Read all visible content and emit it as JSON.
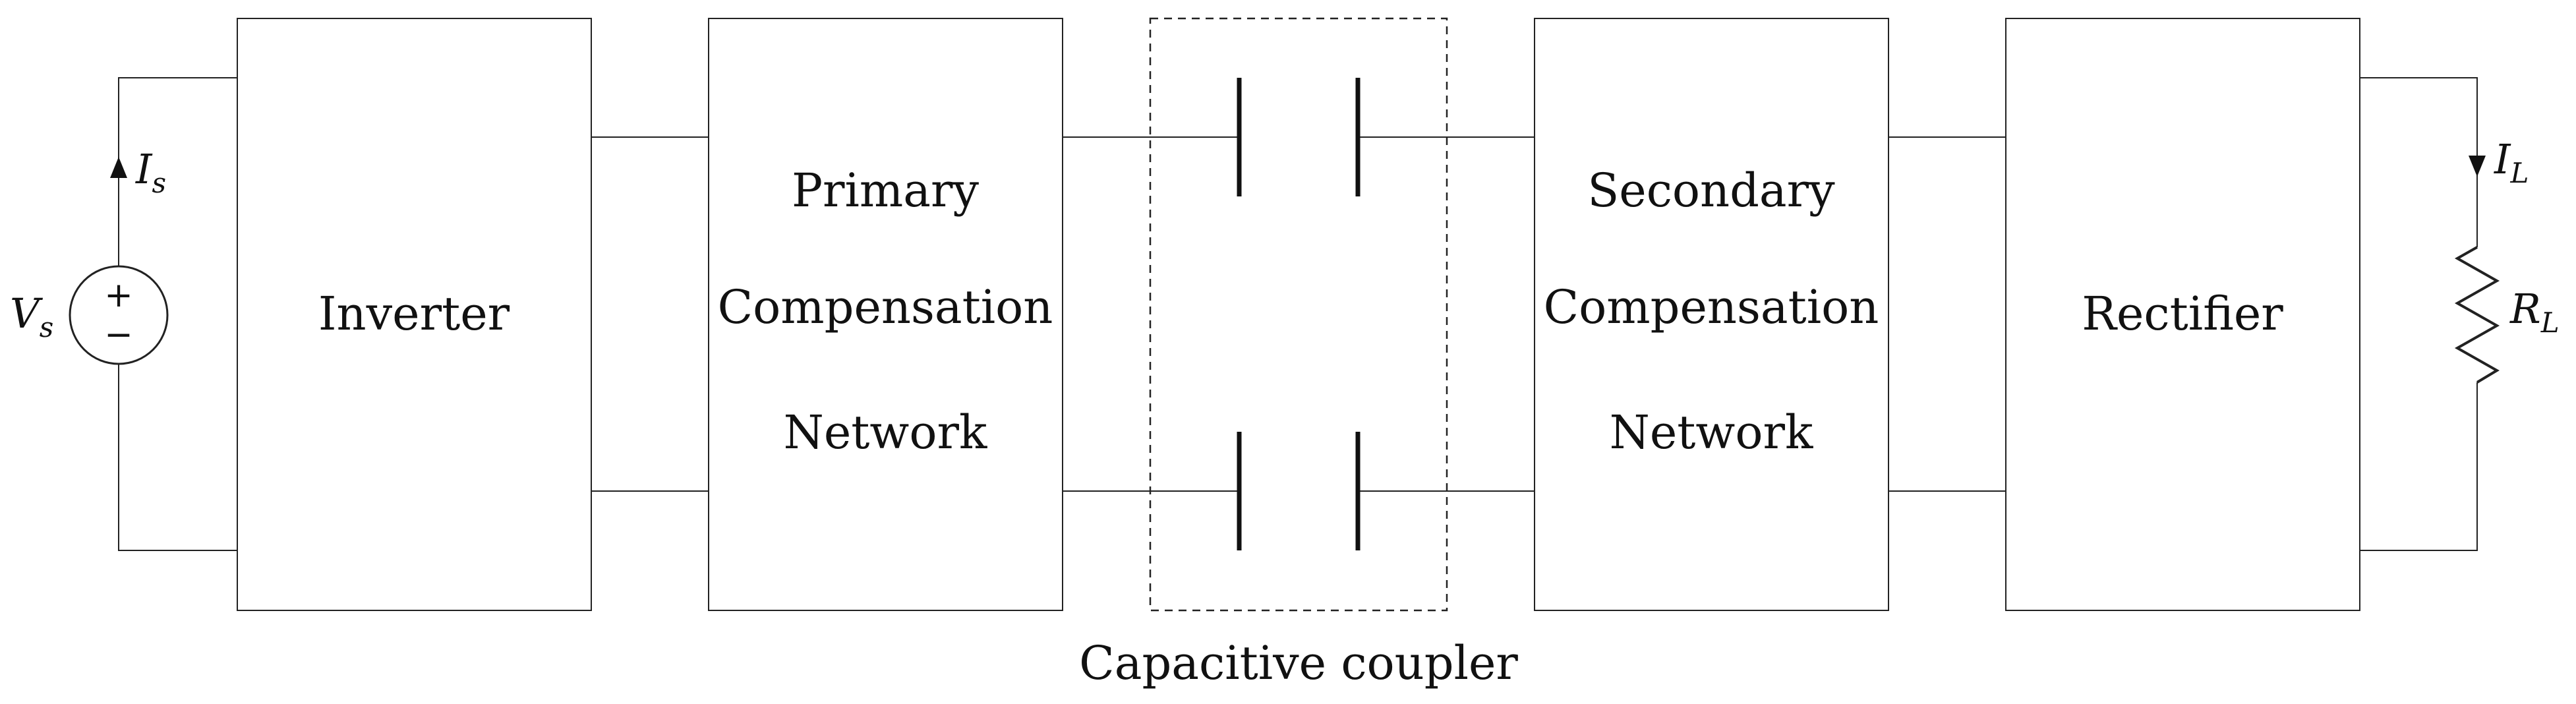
{
  "blocks": {
    "inverter": "Inverter",
    "primary": [
      "Primary",
      "Compensation",
      "Network"
    ],
    "secondary": [
      "Secondary",
      "Compensation",
      "Network"
    ],
    "rectifier": "Rectifier"
  },
  "coupler": {
    "label": "Capacitive coupler"
  },
  "source": {
    "voltage": {
      "symbol": "V",
      "sub": "s"
    },
    "current": {
      "symbol": "I",
      "sub": "s"
    },
    "plus": "+",
    "minus": "−"
  },
  "load": {
    "current": {
      "symbol": "I",
      "sub": "L"
    },
    "resistor": {
      "symbol": "R",
      "sub": "L"
    }
  }
}
